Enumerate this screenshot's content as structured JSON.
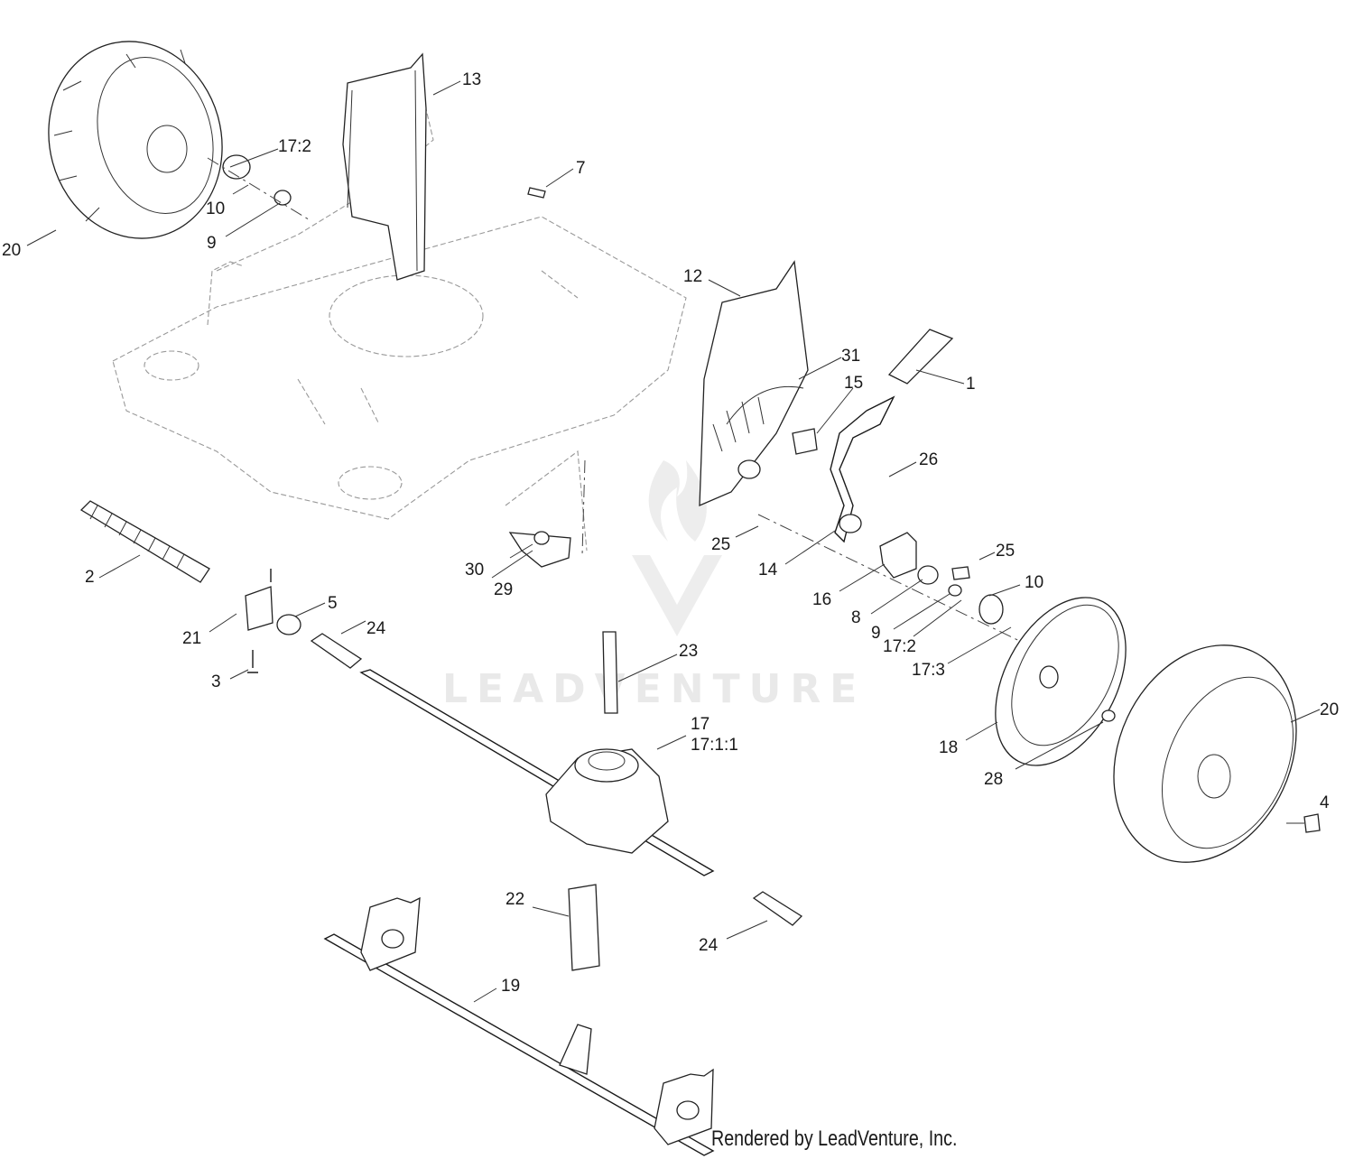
{
  "watermark": {
    "brand_text": "LEADVENTURE"
  },
  "footer": {
    "credit": "Rendered by LeadVenture, Inc."
  },
  "callouts": {
    "c1": "1",
    "c2": "2",
    "c3": "3",
    "c4": "4",
    "c5": "5",
    "c7": "7",
    "c8": "8",
    "c9_left": "9",
    "c9_right": "9",
    "c10_left": "10",
    "c10_right": "10",
    "c12": "12",
    "c13": "13",
    "c14": "14",
    "c15": "15",
    "c16": "16",
    "c17": "17",
    "c17_1_1": "17:1:1",
    "c17_2_left": "17:2",
    "c17_2_right": "17:2",
    "c17_3": "17:3",
    "c18": "18",
    "c19": "19",
    "c20_left": "20",
    "c20_right": "20",
    "c21": "21",
    "c22": "22",
    "c23": "23",
    "c24_top": "24",
    "c24_bottom": "24",
    "c25_left": "25",
    "c25_right": "25",
    "c26": "26",
    "c28": "28",
    "c29": "29",
    "c30": "30",
    "c31": "31"
  }
}
